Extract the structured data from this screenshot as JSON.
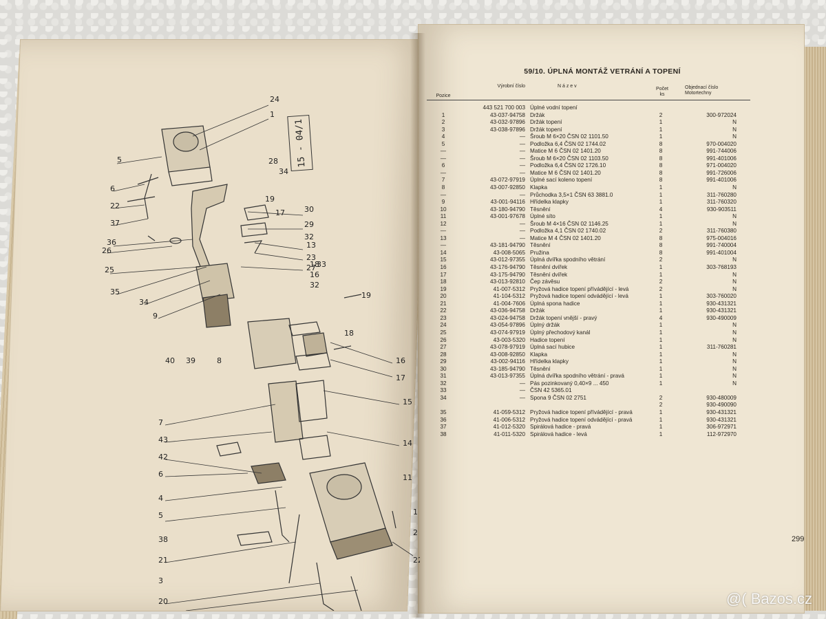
{
  "right_page": {
    "title": "59/10. ÚPLNÁ MONTÁŽ VETRÁNÍ A TOPENÍ",
    "headers": {
      "position": "Pozice",
      "part_number": "Výrobní číslo",
      "name": "N á z e v",
      "qty": "Počet ks",
      "order": "Objednací číslo Motortechny"
    },
    "rows": [
      {
        "pos": "",
        "part": "443 521 700 003",
        "name": "Úplné vodní topení",
        "qty": "",
        "order": ""
      },
      {
        "pos": "1",
        "part": "43-037-94758",
        "name": "Držák",
        "qty": "2",
        "order": "300-972024"
      },
      {
        "pos": "2",
        "part": "43-032-97896",
        "name": "Držák topení",
        "qty": "1",
        "order": "N"
      },
      {
        "pos": "3",
        "part": "43-038-97896",
        "name": "Držák topení",
        "qty": "1",
        "order": "N"
      },
      {
        "pos": "4",
        "part": "—",
        "name": "Šroub M 6×20 ČSN 02 1101.50",
        "qty": "1",
        "order": "N"
      },
      {
        "pos": "5",
        "part": "—",
        "name": "Podložka 6,4 ČSN 02 1744.02",
        "qty": "8",
        "order": "970-004020"
      },
      {
        "pos": "—",
        "part": "—",
        "name": "Matice M 6 ČSN 02 1401.20",
        "qty": "8",
        "order": "991-744006"
      },
      {
        "pos": "—",
        "part": "—",
        "name": "Šroub M 6×20 ČSN 02 1103.50",
        "qty": "8",
        "order": "991-401006"
      },
      {
        "pos": "6",
        "part": "—",
        "name": "Podložka 6,4 ČSN 02 1726.10",
        "qty": "8",
        "order": "971-004020"
      },
      {
        "pos": "—",
        "part": "—",
        "name": "Matice M 6 ČSN 02 1401.20",
        "qty": "8",
        "order": "991-726006"
      },
      {
        "pos": "7",
        "part": "43-072-97919",
        "name": "Úplné sací koleno topení",
        "qty": "8",
        "order": "991-401006"
      },
      {
        "pos": "8",
        "part": "43-007-92850",
        "name": "Klapka",
        "qty": "1",
        "order": "N"
      },
      {
        "pos": "—",
        "part": "—",
        "name": "Průchodka 3,5×1 ČSN 63 3881.0",
        "qty": "1",
        "order": "311-760280"
      },
      {
        "pos": "9",
        "part": "43-001-94116",
        "name": "Hřídelka klapky",
        "qty": "1",
        "order": "311-760320"
      },
      {
        "pos": "10",
        "part": "43-180-94790",
        "name": "Těsnění",
        "qty": "4",
        "order": "930-903511"
      },
      {
        "pos": "11",
        "part": "43-001-97678",
        "name": "Úplné síto",
        "qty": "1",
        "order": "N"
      },
      {
        "pos": "12",
        "part": "—",
        "name": "Šroub M 4×16 ČSN 02 1146.25",
        "qty": "1",
        "order": "N"
      },
      {
        "pos": "—",
        "part": "—",
        "name": "Podložka 4,1 ČSN 02 1740.02",
        "qty": "2",
        "order": "311-760380"
      },
      {
        "pos": "13",
        "part": "—",
        "name": "Matice M 4 ČSN 02 1401.20",
        "qty": "8",
        "order": "975-004016"
      },
      {
        "pos": "—",
        "part": "43-181-94790",
        "name": "Těsnění",
        "qty": "8",
        "order": "991-740004"
      },
      {
        "pos": "14",
        "part": "43-008-5065",
        "name": "Pružina",
        "qty": "8",
        "order": "991-401004"
      },
      {
        "pos": "15",
        "part": "43-012-97355",
        "name": "Úplná dvířka spodního větrání",
        "qty": "2",
        "order": "N"
      },
      {
        "pos": "16",
        "part": "43-176-94790",
        "name": "Těsnění dvířek",
        "qty": "1",
        "order": "303-768193"
      },
      {
        "pos": "17",
        "part": "43-175-94790",
        "name": "Těsnění dvířek",
        "qty": "1",
        "order": "N"
      },
      {
        "pos": "18",
        "part": "43-013-92810",
        "name": "Čep závěsu",
        "qty": "2",
        "order": "N"
      },
      {
        "pos": "19",
        "part": "41-007-5312",
        "name": "Pryžová hadice topení přívádějící - levá",
        "qty": "2",
        "order": "N"
      },
      {
        "pos": "20",
        "part": "41-104-5312",
        "name": "Pryžová hadice topení odvádějící - levá",
        "qty": "1",
        "order": "303-760020"
      },
      {
        "pos": "21",
        "part": "41-004-7606",
        "name": "Úplná spona hadice",
        "qty": "1",
        "order": "930-431321"
      },
      {
        "pos": "22",
        "part": "43-036-94758",
        "name": "Držák",
        "qty": "1",
        "order": "930-431321"
      },
      {
        "pos": "23",
        "part": "43-024-94758",
        "name": "Držák topení vnější - pravý",
        "qty": "4",
        "order": "930-490009"
      },
      {
        "pos": "24",
        "part": "43-054-97896",
        "name": "Úplný držák",
        "qty": "1",
        "order": "N"
      },
      {
        "pos": "25",
        "part": "43-074-97919",
        "name": "Úplný přechodový kanál",
        "qty": "1",
        "order": "N"
      },
      {
        "pos": "26",
        "part": "43-003-5320",
        "name": "Hadice topení",
        "qty": "1",
        "order": "N"
      },
      {
        "pos": "27",
        "part": "43-078-97919",
        "name": "Úplná sací hubice",
        "qty": "1",
        "order": "311-760281"
      },
      {
        "pos": "28",
        "part": "43-008-92850",
        "name": "Klapka",
        "qty": "1",
        "order": "N"
      },
      {
        "pos": "29",
        "part": "43-002-94116",
        "name": "Hřídelka klapky",
        "qty": "1",
        "order": "N"
      },
      {
        "pos": "30",
        "part": "43-185-94790",
        "name": "Těsnění",
        "qty": "1",
        "order": "N"
      },
      {
        "pos": "31",
        "part": "43-013-97355",
        "name": "Úplná dvířka spodního větrání - pravá",
        "qty": "1",
        "order": "N"
      },
      {
        "pos": "32",
        "part": "—",
        "name": "Pás pozinkovaný 0,40×9 ... 450",
        "qty": "1",
        "order": "N"
      },
      {
        "pos": "33",
        "part": "—",
        "name": "ČSN 42 5365.01",
        "qty": "",
        "order": ""
      },
      {
        "pos": "34",
        "part": "—",
        "name": "Spona 9 ČSN 02 2751",
        "qty": "2",
        "order": "930-480009"
      },
      {
        "pos": "",
        "part": "",
        "name": "",
        "qty": "2",
        "order": "930-490090"
      },
      {
        "pos": "35",
        "part": "41-059-5312",
        "name": "Pryžová hadice topení přívádějící - pravá",
        "qty": "1",
        "order": "930-431321"
      },
      {
        "pos": "36",
        "part": "41-006-5312",
        "name": "Pryžová hadice topení odvádějící - pravá",
        "qty": "1",
        "order": "930-431321"
      },
      {
        "pos": "37",
        "part": "41-012-5320",
        "name": "Spirálová hadice - pravá",
        "qty": "1",
        "order": "306-972971"
      },
      {
        "pos": "38",
        "part": "41-011-5320",
        "name": "Spirálová hadice - levá",
        "qty": "1",
        "order": "112-972970"
      }
    ],
    "page_number": "299"
  },
  "left_page": {
    "stamp_text": "15 - 04/1",
    "callouts_top": [
      "24",
      "1",
      "5",
      "6",
      "22",
      "37",
      "36",
      "26",
      "25",
      "35",
      "34",
      "9",
      "30",
      "29",
      "32",
      "13",
      "23",
      "27",
      "33",
      "28",
      "34",
      "19",
      "17",
      "18",
      "16",
      "32"
    ],
    "callouts_bottom": [
      "19",
      "40",
      "39",
      "8",
      "18",
      "7",
      "43",
      "42",
      "6",
      "4",
      "5",
      "38",
      "21",
      "3",
      "20",
      "16",
      "17",
      "15",
      "14",
      "11",
      "1",
      "2",
      "22"
    ]
  },
  "watermark": "@( Bazos.cz",
  "colors": {
    "paper": "#efe6d3",
    "ink": "#2a2620"
  }
}
